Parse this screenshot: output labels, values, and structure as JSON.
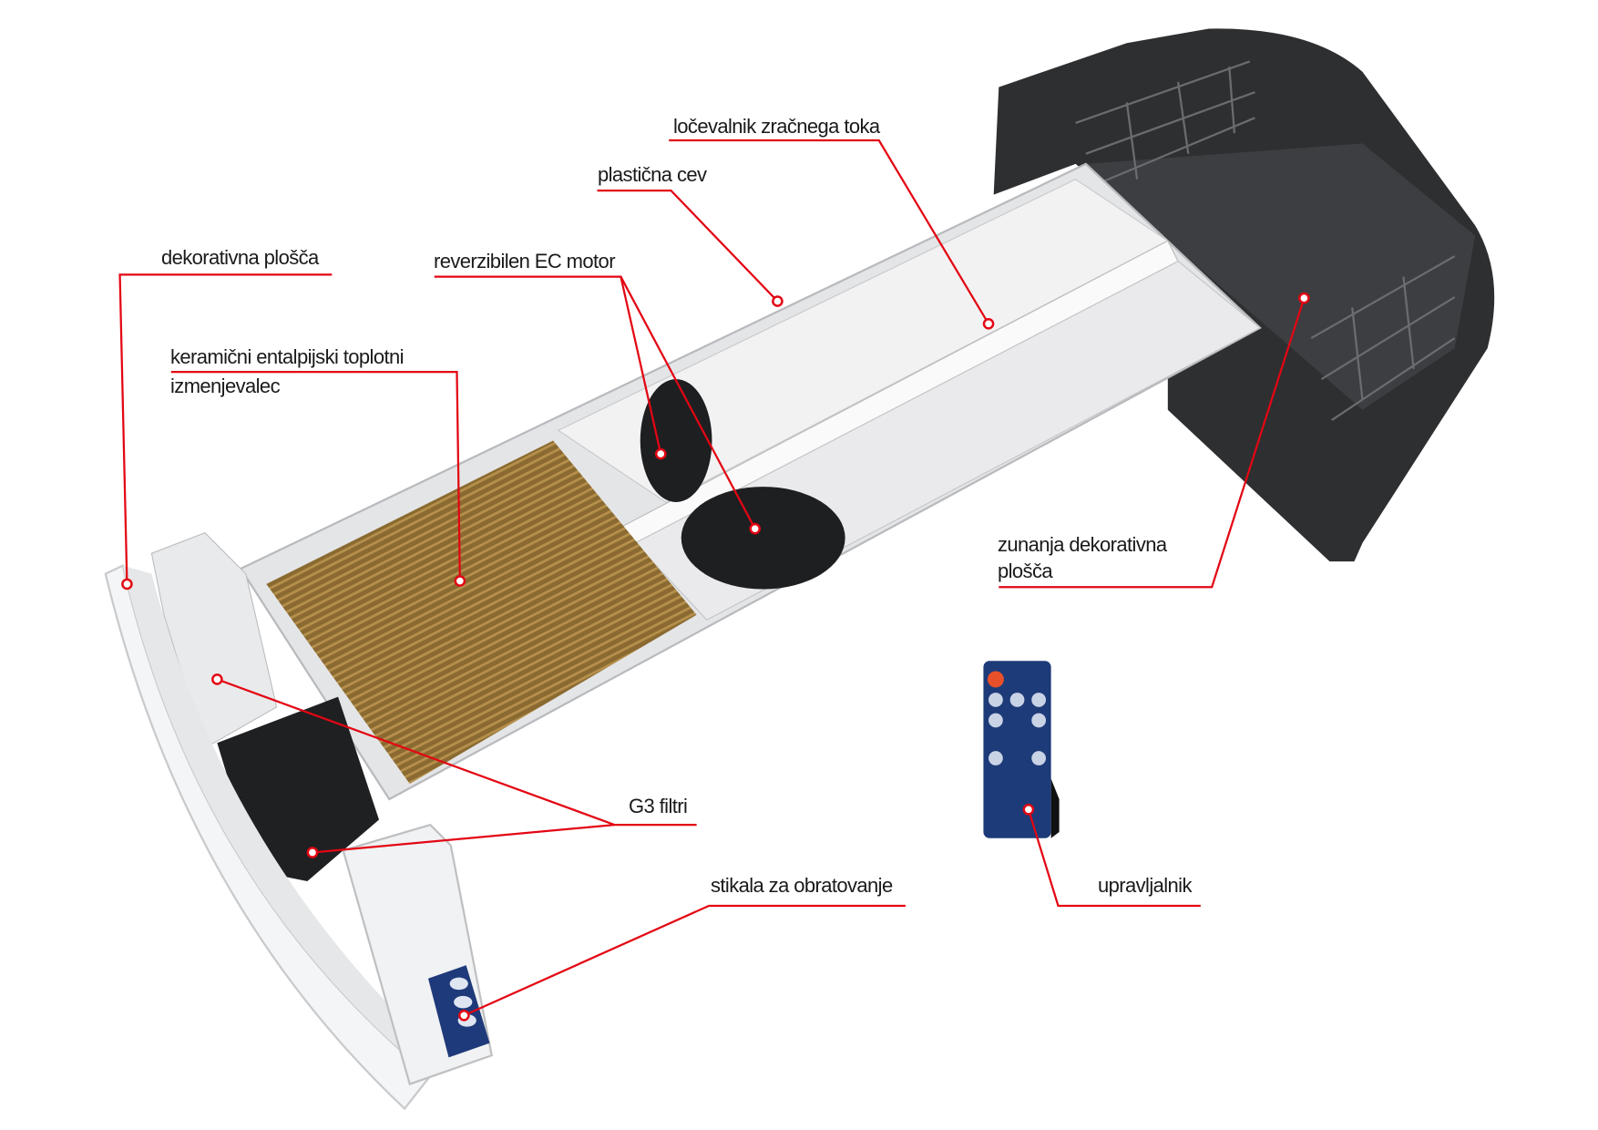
{
  "labels": {
    "airflow_separator": "ločevalnik zračnega toka",
    "plastic_pipe": "plastična cev",
    "decorative_panel": "dekorativna plošča",
    "ec_motor": "reverzibilen EC motor",
    "heat_exchanger_line1": "keramični entalpijski toplotni",
    "heat_exchanger_line2": "izmenjevalec",
    "outer_panel_line1": "zunanja dekorativna",
    "outer_panel_line2": "plošča",
    "filters": "G3 filtri",
    "switches": "stikala za obratovanje",
    "remote": "upravljalnik"
  },
  "colors": {
    "leader": "#e30613",
    "housing_dark": "#2e2f31",
    "tube": "#e4e5e7",
    "exchanger": "#8a6a30",
    "remote": "#1d3b78",
    "power_button": "#e8502a"
  }
}
